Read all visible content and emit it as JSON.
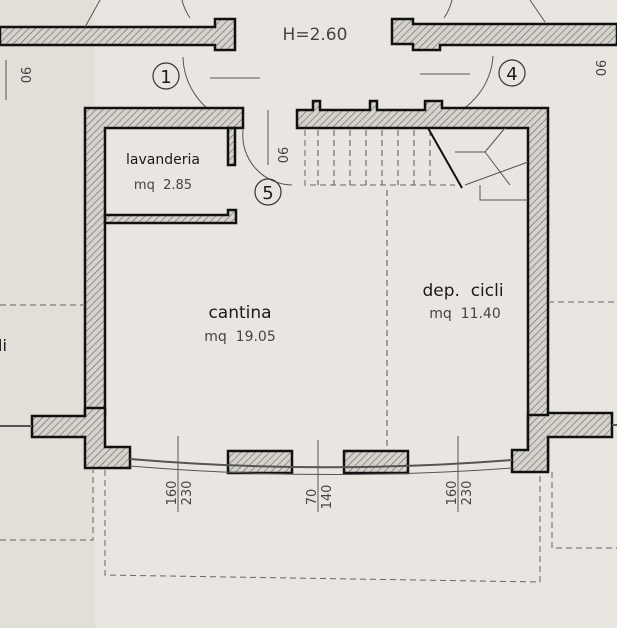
{
  "plan": {
    "height_label": "H=2.60",
    "markers": [
      "1",
      "4",
      "5"
    ],
    "door_widths": [
      "90",
      "90",
      "90"
    ],
    "rooms": [
      {
        "name": "lavanderia",
        "area": "mq  2.85"
      },
      {
        "name": "cantina",
        "area": "mq  19.05"
      },
      {
        "name": "dep.  cicli",
        "area": "mq  11.40"
      }
    ],
    "window_dims": [
      {
        "top": "160",
        "bottom": "230"
      },
      {
        "top": "70",
        "bottom": "140"
      },
      {
        "top": "160",
        "bottom": "230"
      }
    ],
    "partial_label": "li"
  }
}
